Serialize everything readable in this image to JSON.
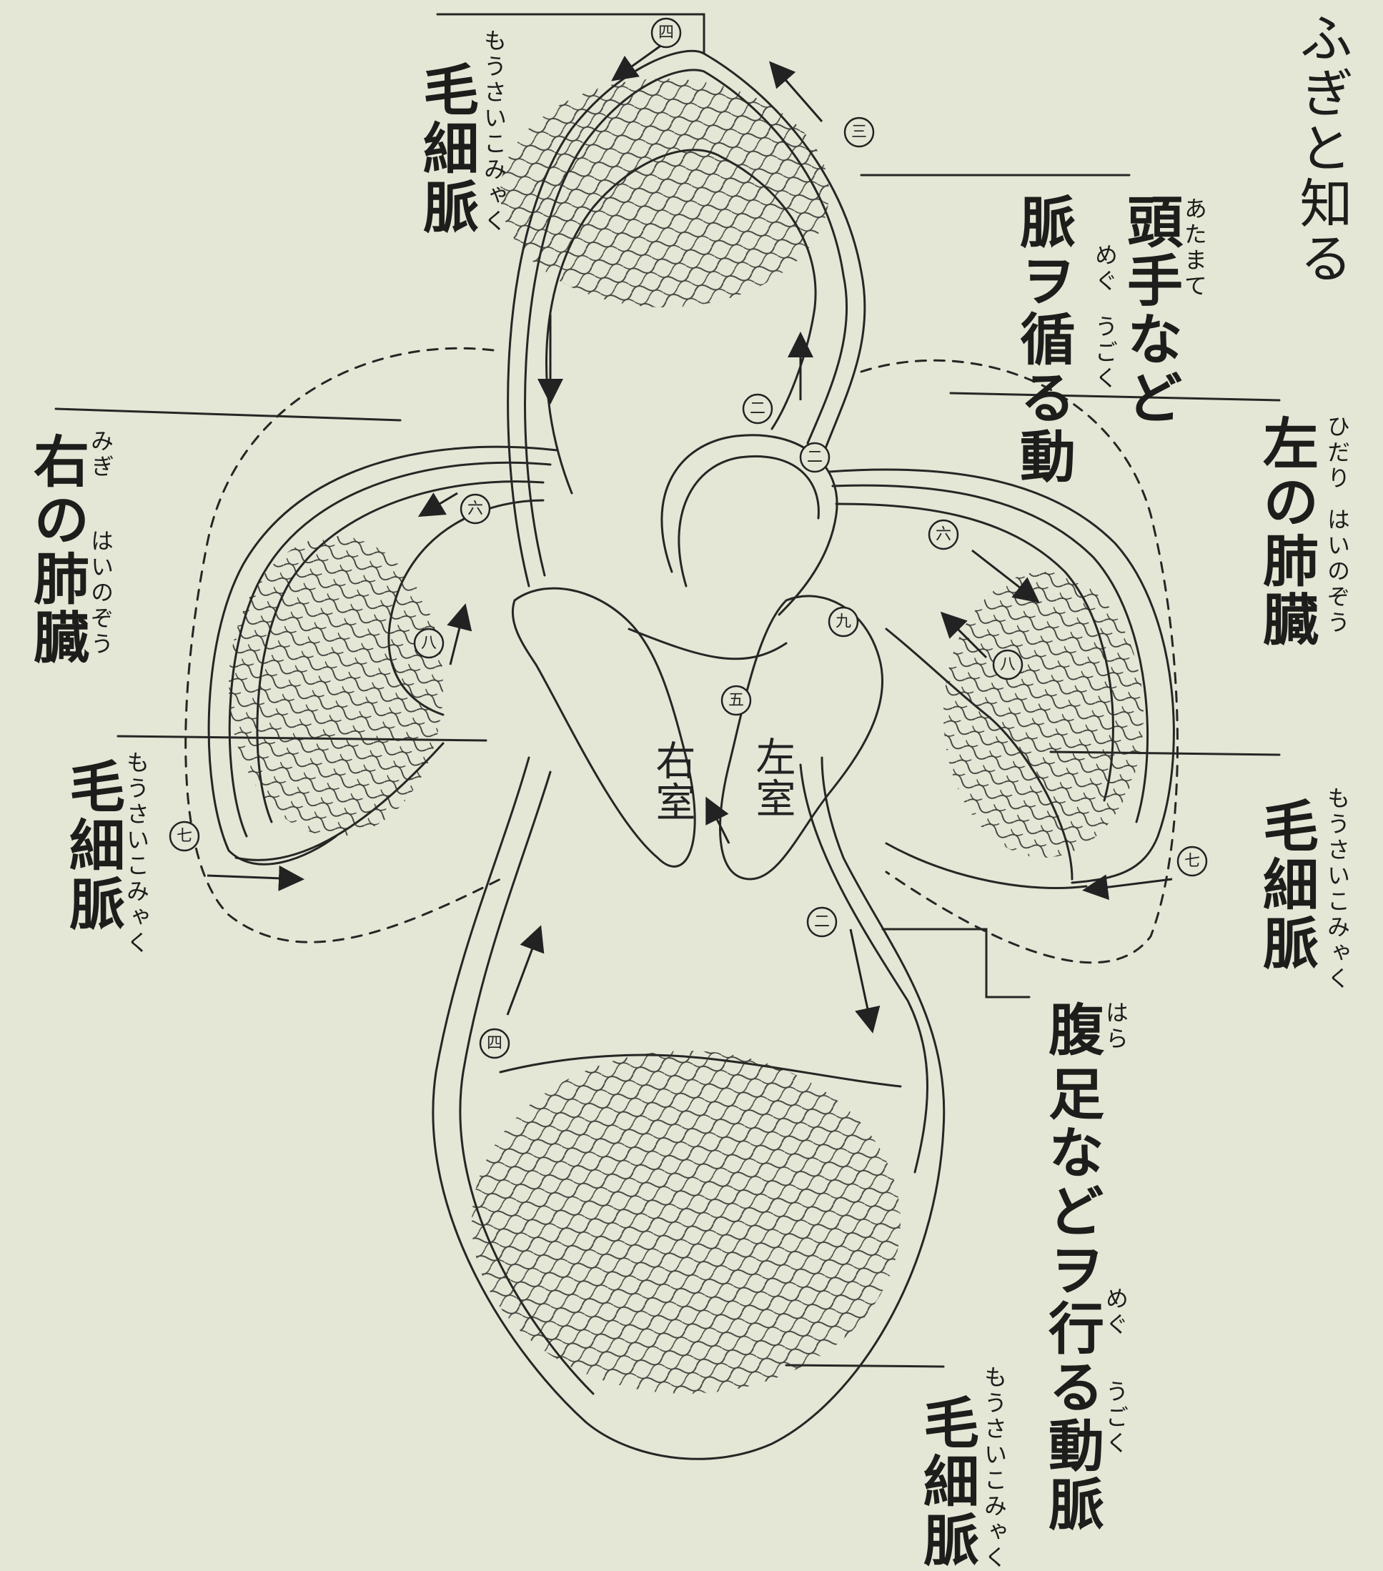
{
  "labels": {
    "top_right_fragment": "ふぎと知る",
    "capillary_top": "毛細脈",
    "capillary_top_furigana": "もうさいこみゃく",
    "head_arm_artery_1": "頭手など",
    "head_arm_artery_2": "脈ヲ循る動",
    "head_arm_furigana_1": "あたまて",
    "head_arm_furigana_2": "めぐ",
    "head_arm_furigana_3": "うごく",
    "right_lung": "右の肺臓",
    "right_lung_furigana_1": "みぎ",
    "right_lung_furigana_2": "はいのぞう",
    "left_lung": "左の肺臓",
    "left_lung_furigana_1": "ひだり",
    "left_lung_furigana_2": "はいのぞう",
    "capillary_left": "毛細脈",
    "capillary_left_furigana": "もうさいこみゃく",
    "capillary_right": "毛細脈",
    "capillary_right_furigana": "もうさいこみゃく",
    "abdomen_leg_artery_1": "腹",
    "abdomen_leg_artery_2": "足などヲ行る動脈",
    "abdomen_leg_furigana_1": "はら",
    "abdomen_leg_furigana_2": "めぐ",
    "abdomen_leg_furigana_3": "うごく",
    "capillary_bottom": "毛細脈",
    "capillary_bottom_furigana": "もうさいこみゃく",
    "right_ventricle": "右室",
    "left_ventricle": "左室"
  },
  "markers": [
    "四",
    "三",
    "二",
    "二",
    "六",
    "六",
    "八",
    "八",
    "九",
    "七",
    "七",
    "二",
    "四",
    "五"
  ]
}
